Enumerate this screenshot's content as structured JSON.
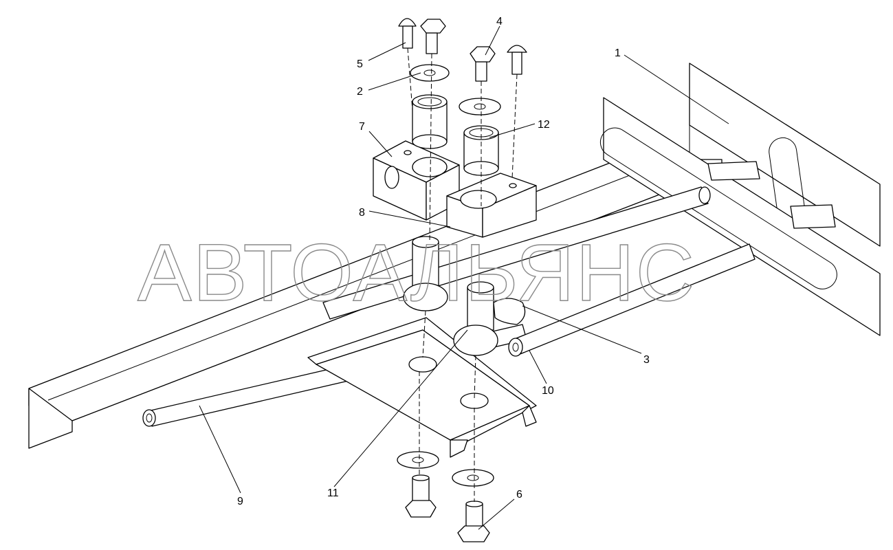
{
  "diagram": {
    "watermark": "АВТОАЛЬЯНС",
    "callouts": [
      {
        "id": "1",
        "label": "1"
      },
      {
        "id": "2",
        "label": "2"
      },
      {
        "id": "3",
        "label": "3"
      },
      {
        "id": "4",
        "label": "4"
      },
      {
        "id": "5",
        "label": "5"
      },
      {
        "id": "6",
        "label": "6"
      },
      {
        "id": "7",
        "label": "7"
      },
      {
        "id": "8",
        "label": "8"
      },
      {
        "id": "9",
        "label": "9"
      },
      {
        "id": "10",
        "label": "10"
      },
      {
        "id": "11",
        "label": "11"
      },
      {
        "id": "12",
        "label": "12"
      }
    ]
  }
}
